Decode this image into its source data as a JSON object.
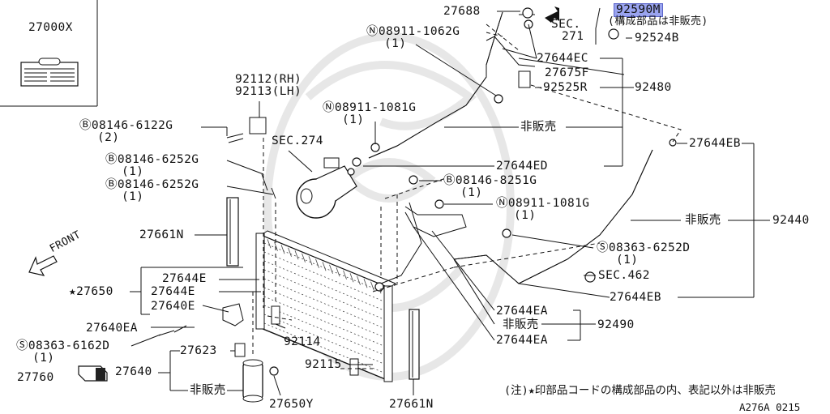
{
  "watermark_icon": "bird-watermark-icon",
  "inset": {
    "part": "27000X",
    "icon": "caution-label-icon"
  },
  "callouts": {
    "p27688": "27688",
    "p92590M": "92590M",
    "hiseido_paren": "(構成部品は非販売)",
    "sec271": "SEC.",
    "sec271_num": "271",
    "p92524B": "92524B",
    "n0891_1062G": "08911-1062G",
    "n0891_1062G_qty": "(1)",
    "p27644EC": "27644EC",
    "p27675F": "27675F",
    "p92525R": "92525R",
    "p92480": "92480",
    "p92112": "92112(RH)",
    "p92113": "92113(LH)",
    "n0891_1081G_a": "08911-1081G",
    "n0891_1081G_a_qty": "(1)",
    "hihanbai_1": "非販売",
    "b08146_6122G": "08146-6122G",
    "b08146_6122G_qty": "(2)",
    "sec274": "SEC.274",
    "b08146_6252G_a": "08146-6252G",
    "b08146_6252G_a_qty": "(1)",
    "p27644ED": "27644ED",
    "p27644EB_top": "27644EB",
    "b08146_8251G": "08146-8251G",
    "b08146_8251G_qty": "(1)",
    "b08146_6252G_b": "08146-6252G",
    "b08146_6252G_b_qty": "(1)",
    "n0891_1081G_b": "08911-1081G",
    "n0891_1081G_b_qty": "(1)",
    "p27661N_left": "27661N",
    "hihanbai_2": "非販売",
    "p92440": "92440",
    "front": "FRONT",
    "s08363_6252D": "08363-6252D",
    "s08363_6252D_qty": "(1)",
    "p27644E_a": "27644E",
    "sec462": "SEC.462",
    "p27650": "★27650",
    "p27644E_b": "27644E",
    "p27644EB_bottom": "27644EB",
    "p27640E": "27640E",
    "p27644EA_a": "27644EA",
    "p27640EA": "27640EA",
    "hihanbai_3": "非販売",
    "p92490": "92490",
    "p92114": "92114",
    "p27644EA_b": "27644EA",
    "s08363_6162D": "08363-6162D",
    "s08363_6162D_qty": "(1)",
    "p27623": "27623",
    "p92115": "92115",
    "p27760": "27760",
    "p27640": "27640",
    "hihanbai_4": "非販売",
    "p27650Y": "27650Y",
    "p27661N_right": "27661N",
    "footnote": "(注)★印部品コードの構成部品の内、表記以外は非販売",
    "figure_code": "A276A 0215"
  },
  "prefix": {
    "bolt": "B",
    "nut": "N",
    "screw": "S"
  }
}
